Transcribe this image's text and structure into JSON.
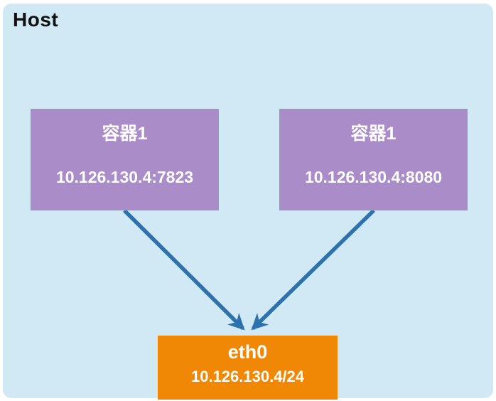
{
  "host": {
    "label": "Host"
  },
  "containers": [
    {
      "title": "容器1",
      "address": "10.126.130.4:7823"
    },
    {
      "title": "容器1",
      "address": "10.126.130.4:8080"
    }
  ],
  "interface": {
    "title": "eth0",
    "address": "10.126.130.4/24"
  },
  "colors": {
    "host_bg": "#d0e9f4",
    "host_label": "#111111",
    "container_fill": "#aa8cc8",
    "interface_fill": "#f08705",
    "arrow": "#2d72ac",
    "text_light": "#ffffff"
  }
}
